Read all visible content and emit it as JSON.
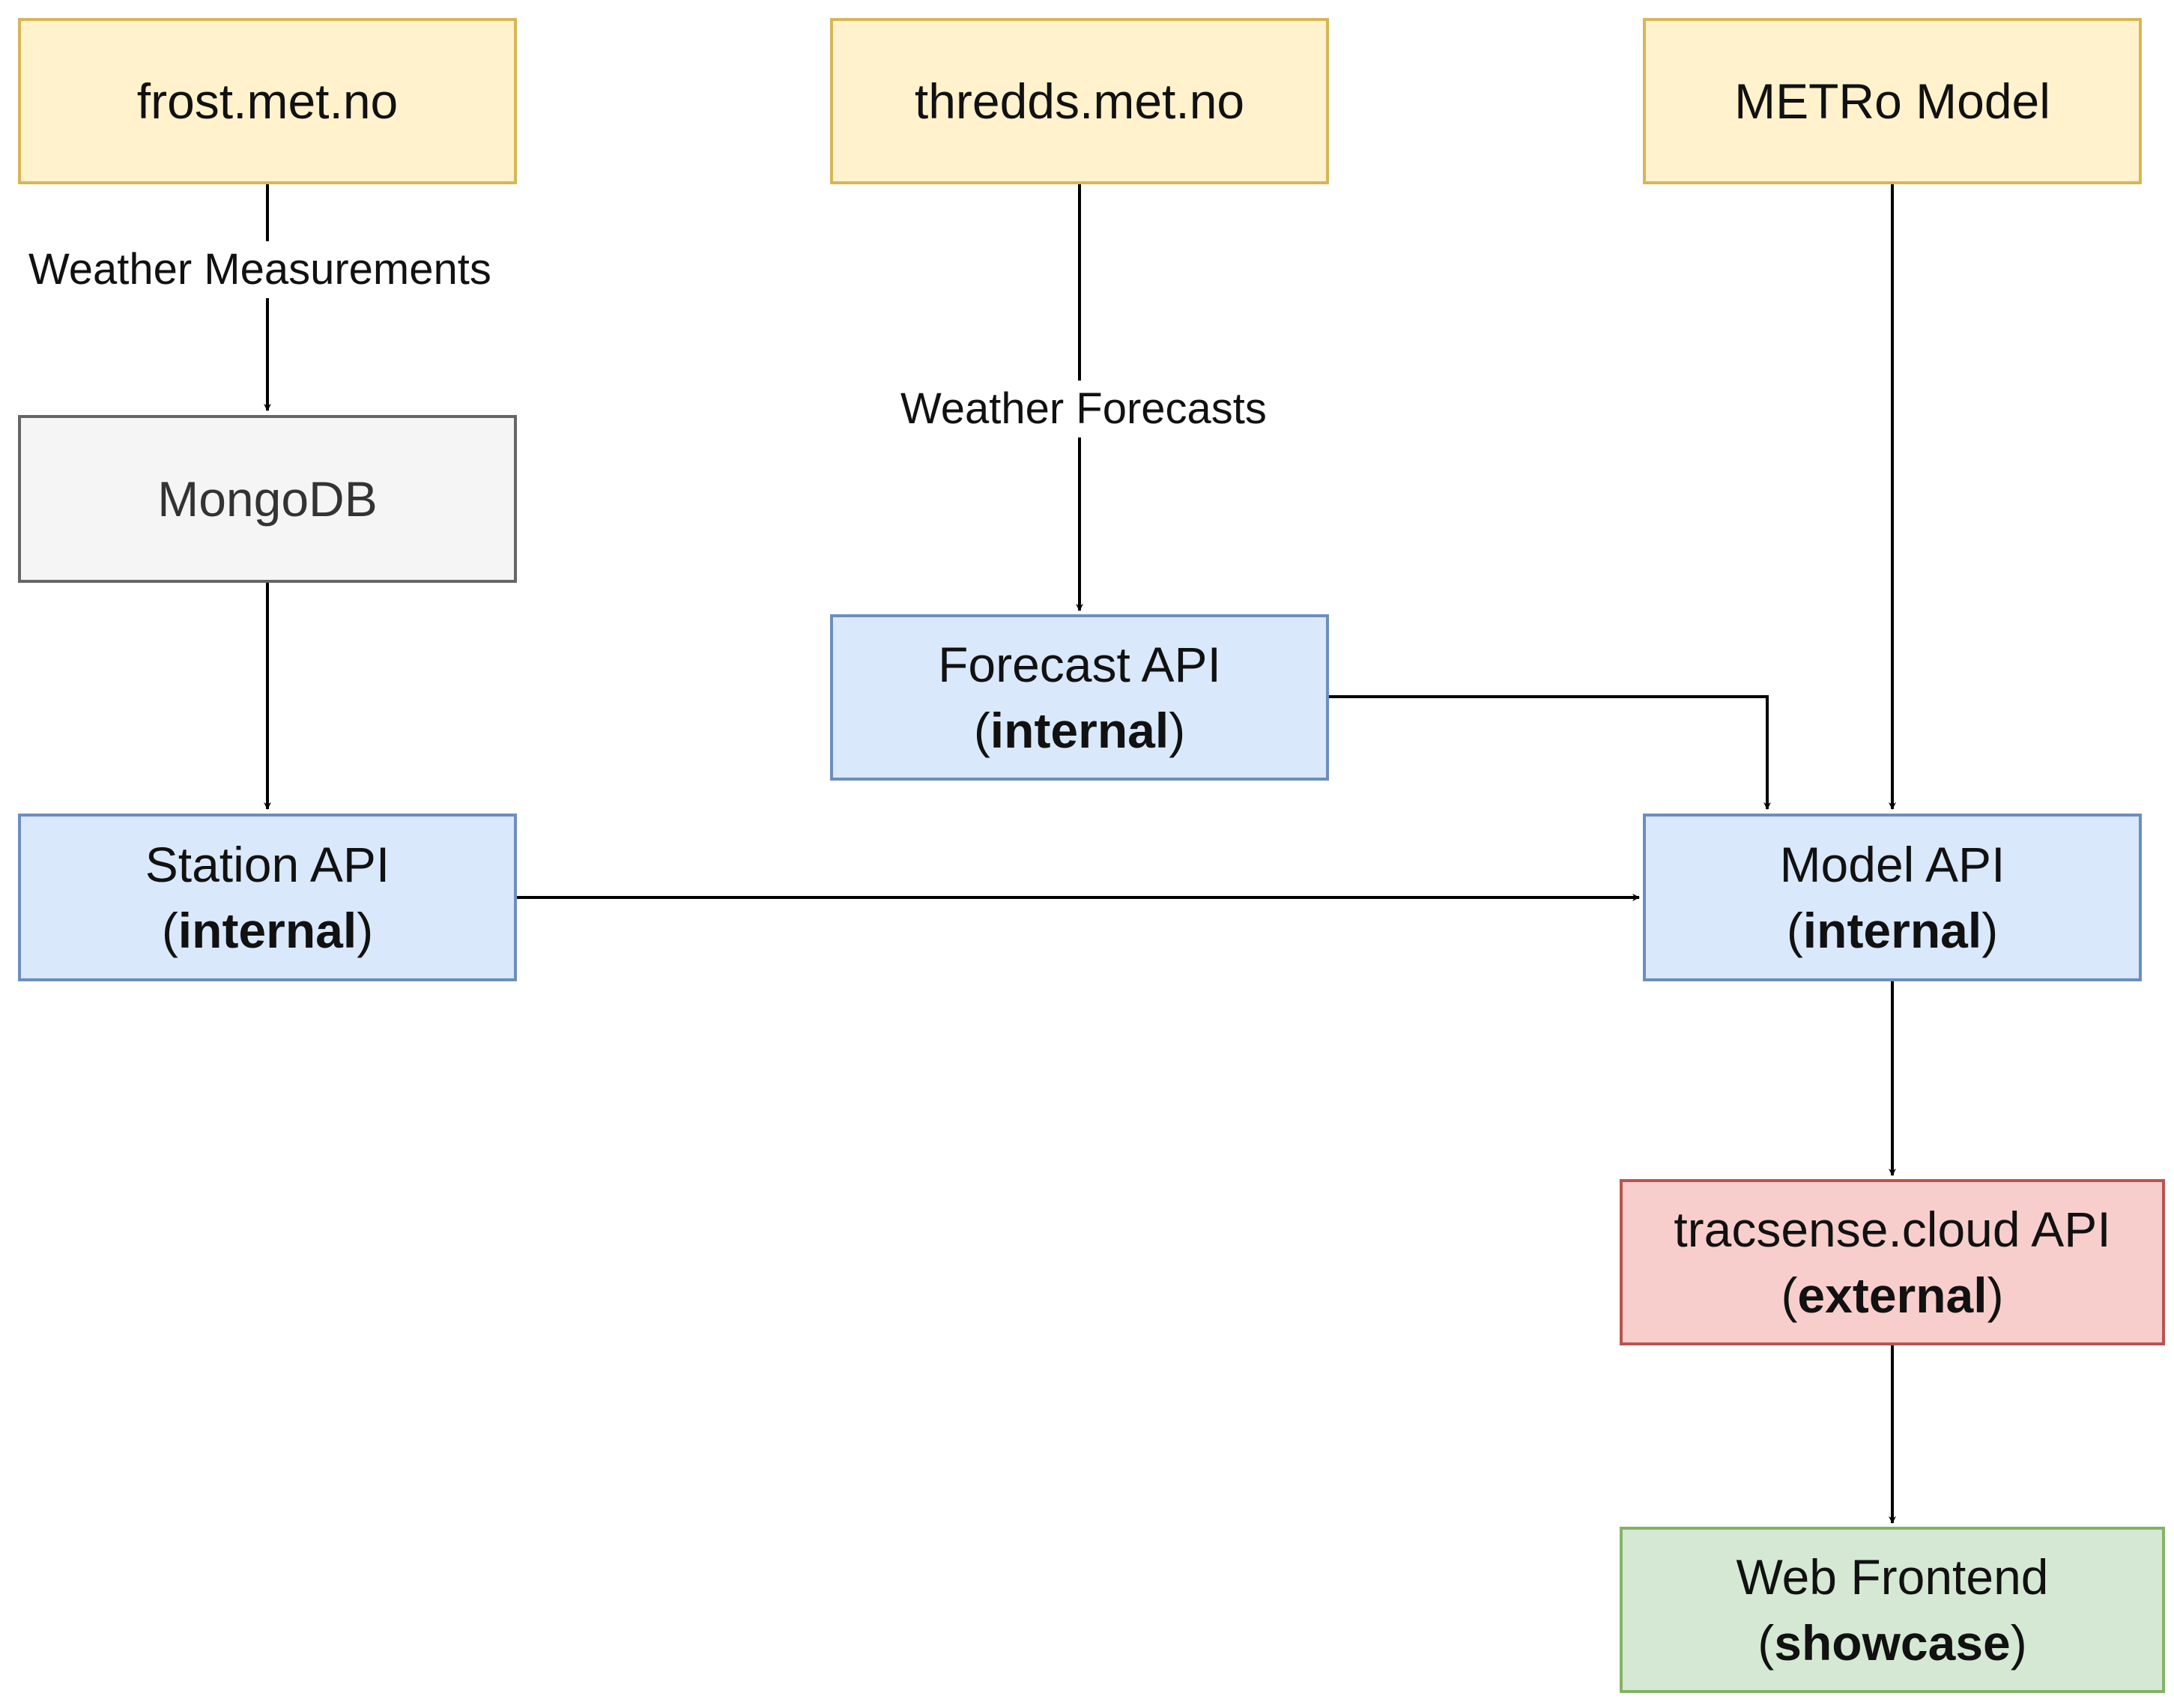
{
  "nodes": {
    "frost": {
      "label": "frost.met.no"
    },
    "thredds": {
      "label": "thredds.met.no"
    },
    "metro": {
      "label": "METRo Model"
    },
    "mongodb": {
      "label": "MongoDB"
    },
    "forecast_api": {
      "label": "Forecast API",
      "tag": "internal"
    },
    "station_api": {
      "label": "Station API",
      "tag": "internal"
    },
    "model_api": {
      "label": "Model API",
      "tag": "internal"
    },
    "tracsense_api": {
      "label": "tracsense.cloud API",
      "tag": "external"
    },
    "web_frontend": {
      "label": "Web Frontend",
      "tag": "showcase"
    }
  },
  "edges": [
    {
      "from": "frost.met.no",
      "to": "MongoDB",
      "label": "Weather Measurements"
    },
    {
      "from": "thredds.met.no",
      "to": "Forecast API",
      "label": "Weather Forecasts"
    },
    {
      "from": "MongoDB",
      "to": "Station API"
    },
    {
      "from": "Station API",
      "to": "Model API"
    },
    {
      "from": "Forecast API",
      "to": "Model API"
    },
    {
      "from": "METRo Model",
      "to": "Model API"
    },
    {
      "from": "Model API",
      "to": "tracsense.cloud API"
    },
    {
      "from": "tracsense.cloud API",
      "to": "Web Frontend"
    }
  ],
  "colors": {
    "source_fill": "#fff2cc",
    "source_stroke": "#d6b656",
    "store_fill": "#f5f5f5",
    "store_stroke": "#666666",
    "internal_fill": "#dae8fc",
    "internal_stroke": "#6c8ebf",
    "external_fill": "#f8cecc",
    "external_stroke": "#b85450",
    "showcase_fill": "#d5e8d4",
    "showcase_stroke": "#82b366",
    "edge": "#000000"
  }
}
